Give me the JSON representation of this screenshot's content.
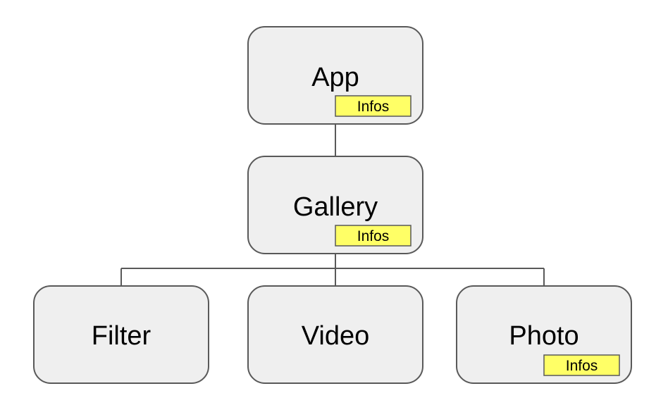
{
  "colors": {
    "node_fill": "#efefef",
    "node_stroke": "#595959",
    "badge_fill": "#ffff66",
    "connector": "#595959"
  },
  "nodes": {
    "app": {
      "label": "App",
      "badge": "Infos"
    },
    "gallery": {
      "label": "Gallery",
      "badge": "Infos"
    },
    "filter": {
      "label": "Filter"
    },
    "video": {
      "label": "Video"
    },
    "photo": {
      "label": "Photo",
      "badge": "Infos"
    }
  }
}
